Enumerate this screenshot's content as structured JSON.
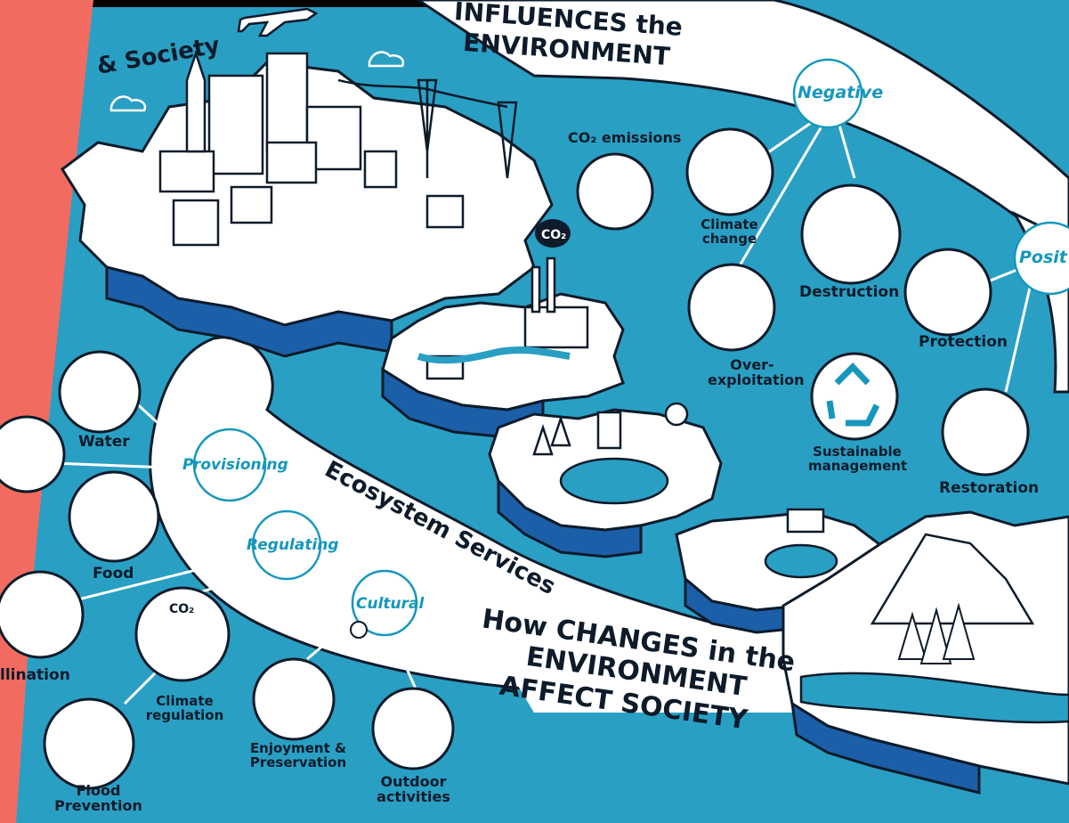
{
  "headings": {
    "top_line1": "INFLUENCES the",
    "top_line2": "ENVIRONMENT",
    "society": "& Society",
    "bottom_line1": "How CHANGES in the",
    "bottom_line2": "ENVIRONMENT",
    "bottom_line3": "AFFECT SOCIETY",
    "ecosystem_services": "Ecosystem Services"
  },
  "hubs": {
    "negative": "Negative",
    "positive": "Posit",
    "provisioning": "Provisioning",
    "regulating": "Regulating",
    "cultural": "Cultural"
  },
  "negative_items": {
    "co2_emissions": "CO₂ emissions",
    "climate_change": "Climate change",
    "destruction": "Destruction",
    "overexploitation": "Over-exploitation"
  },
  "positive_items": {
    "protection": "Protection",
    "sustainable_management": "Sustainable management",
    "restoration": "Restoration"
  },
  "services": {
    "water": "Water",
    "food": "Food",
    "pollination": "llination",
    "climate_regulation": "Climate regulation",
    "flood_prevention": "Flood Prevention",
    "enjoyment_preservation": "Enjoyment & Preservation",
    "outdoor_activities": "Outdoor activities",
    "co2_factory": "CO₂",
    "co2_regulation": "CO₂"
  },
  "colors": {
    "ocean": "#2a9fc4",
    "coral": "#f26b61",
    "accent_teal": "#1597bd",
    "deep_blue": "#1b5fa8",
    "ink": "#0d1b2a"
  }
}
